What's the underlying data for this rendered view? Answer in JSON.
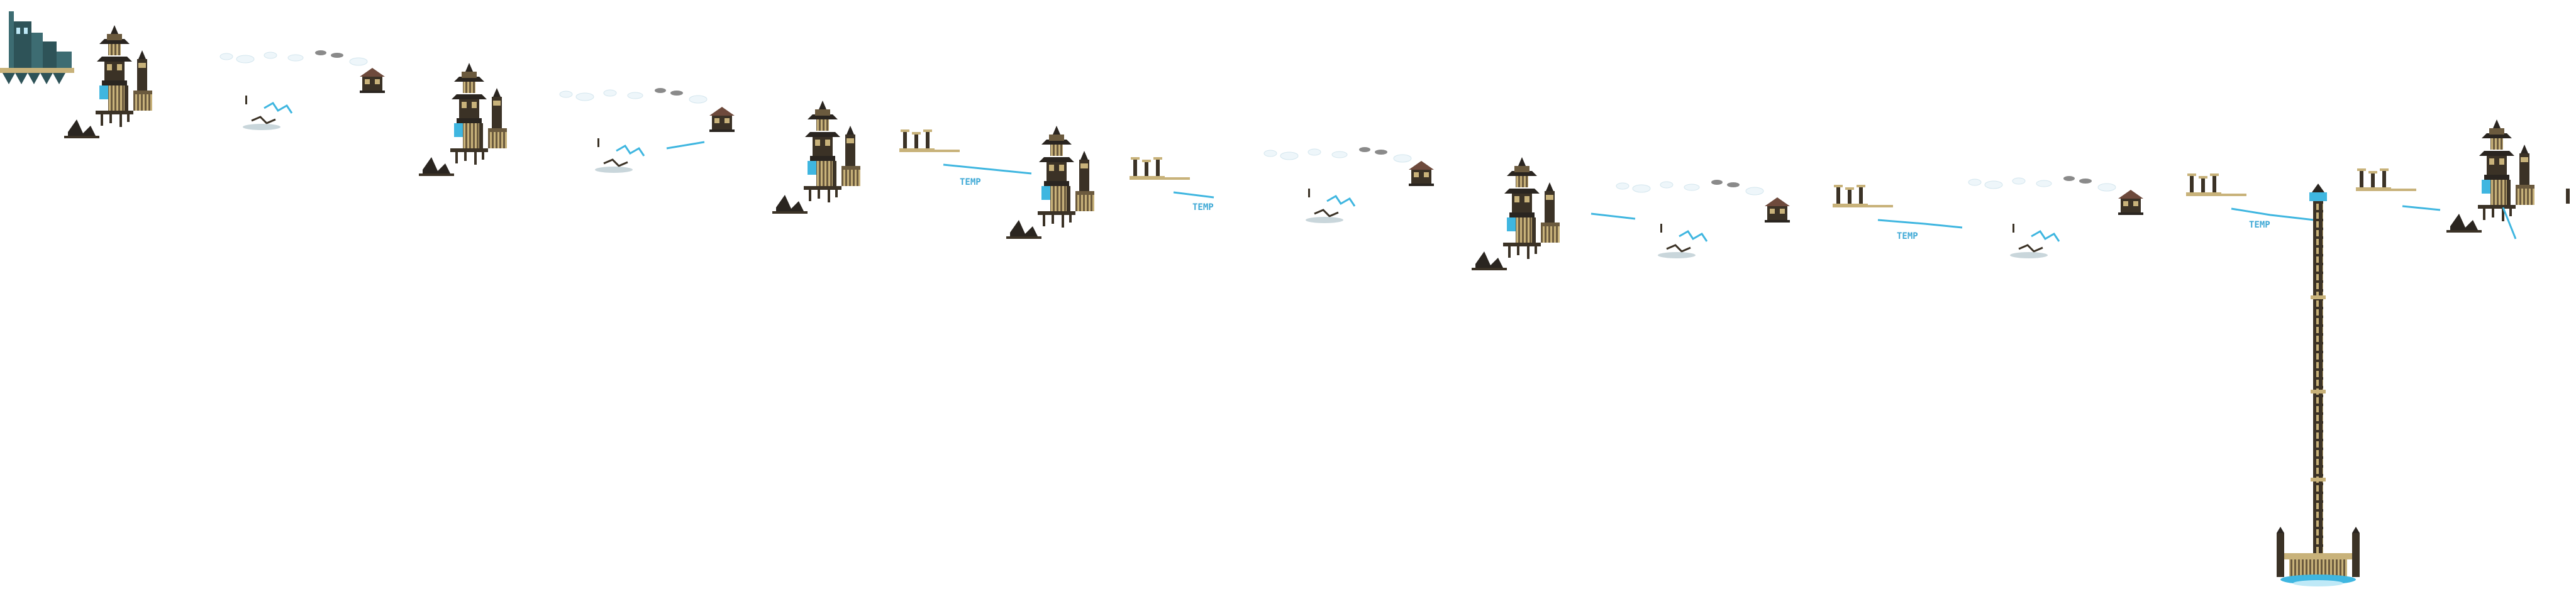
{
  "map": {
    "type": "side-view game level map (sky / snow world)",
    "background_color": "#ffffff",
    "palette": {
      "wood_dark": "#3b3226",
      "wood_mid": "#6b5a3e",
      "wood_light": "#c8b27a",
      "roof": "#2a2520",
      "ice": "#3fb6e0",
      "ice_light": "#bfe9f7",
      "stone_teal": "#3d6c72",
      "cloud_grey": "#8a8a8a",
      "snow": "#eef6fa",
      "brick_red": "#6e4a3c"
    },
    "labels": {
      "signs": [
        "TEMP",
        "TEMP",
        "TEMP",
        "TEMP"
      ]
    },
    "objects": {
      "castle_start": "teal stone castle",
      "pagoda_towers": 6,
      "tall_pagoda_towers": 2,
      "wooden_huts": 5,
      "scaffold_gates": 5,
      "ice_bridges": 8,
      "cloud_platforms": 9,
      "hanging_pillar": "long vertical chain tower",
      "bottom_base": "wooden dock with ice"
    }
  }
}
